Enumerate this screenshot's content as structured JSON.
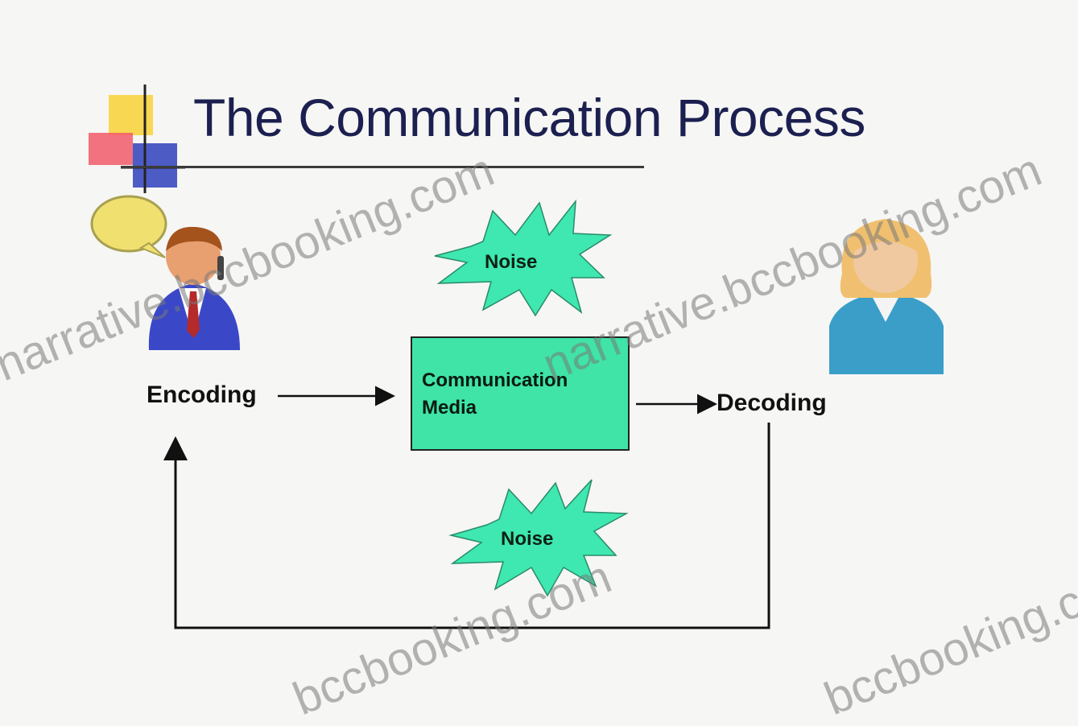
{
  "slide": {
    "title": "The Communication Process"
  },
  "diagram": {
    "encoding_label": "Encoding",
    "decoding_label": "Decoding",
    "media_line1": "Communication",
    "media_line2": "Media",
    "noise_top": "Noise",
    "noise_bottom": "Noise"
  },
  "watermarks": [
    "narrative.bccbooking.com",
    "narrative.bccbooking.com",
    "bccbooking.com",
    "bccbooking.com"
  ],
  "colors": {
    "media_fill": "#3fe4a6",
    "noise_fill": "#3ee8b0",
    "title_color": "#1c2050"
  },
  "icons": [
    "title-bullet-icon",
    "speaker-person-icon",
    "speech-bubble-icon",
    "listener-person-icon"
  ]
}
